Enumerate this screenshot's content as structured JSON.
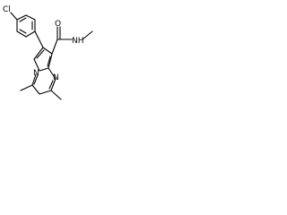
{
  "molecule": {
    "atoms": {
      "chlorine": "Cl",
      "carbonyl_oxygen": "O",
      "amide_nitrogen": "NH",
      "ring_nitrogen_bridgehead": "N",
      "ring_nitrogen_pyrimidine": "N"
    }
  }
}
